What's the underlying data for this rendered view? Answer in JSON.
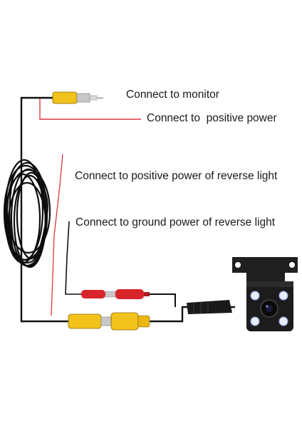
{
  "labels": {
    "monitor": "Connect to monitor",
    "positive_power": "Connect to  positive power",
    "reverse_light_positive": "Connect to positive power of reverse light",
    "reverse_light_ground": "Connect to ground power of reverse light"
  },
  "colors": {
    "cable": "#111111",
    "red_wire": "#e0353a",
    "rca_yellow": "#f2c21c",
    "rca_red": "#d8242b",
    "camera_body": "#1c1c1c",
    "led": "#e8eefe"
  }
}
